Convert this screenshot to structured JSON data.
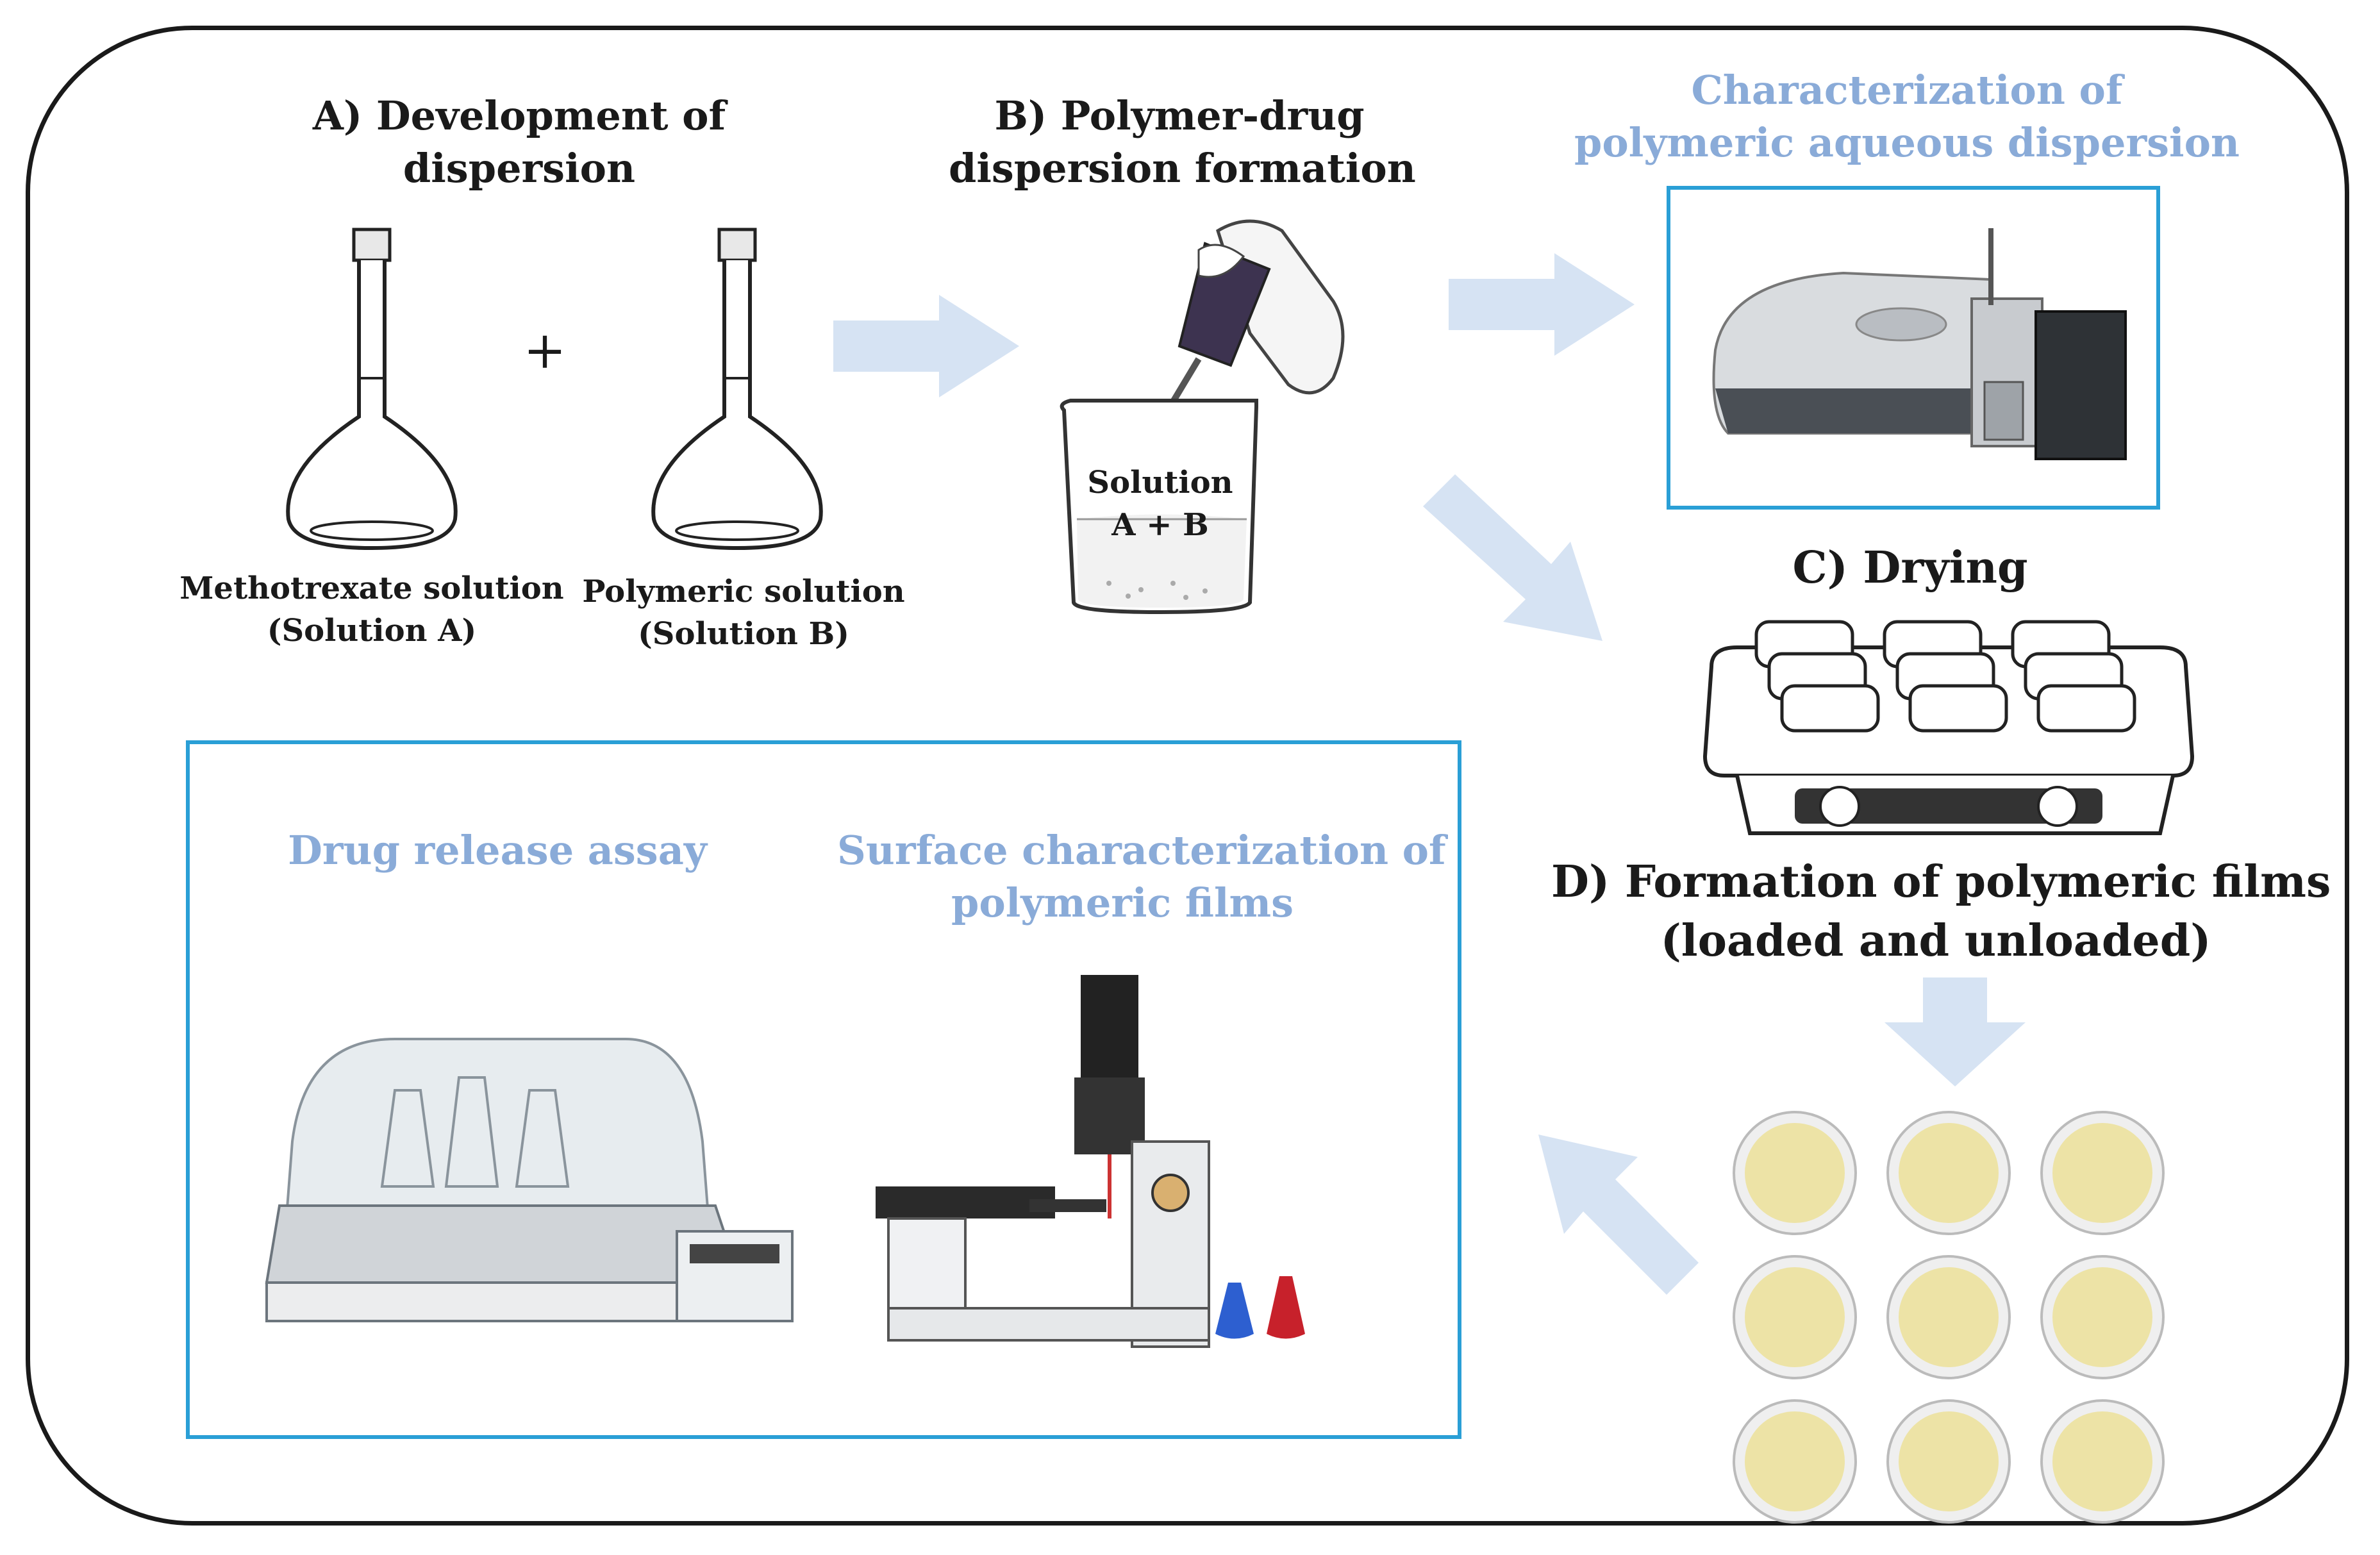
{
  "step_a": {
    "title_line1": "A) Development of",
    "title_line2": "dispersion"
  },
  "flask_a": {
    "label_line1": "Methotrexate solution",
    "label_line2": "(Solution A)"
  },
  "plus": "+",
  "flask_b": {
    "label_line1": "Polymeric solution",
    "label_line2": "(Solution B)"
  },
  "step_b": {
    "title_line1": "B) Polymer-drug",
    "title_line2": "dispersion formation"
  },
  "beaker": {
    "label_line1": "Solution",
    "label_line2": "A + B"
  },
  "characterization": {
    "title_line1": "Characterization of",
    "title_line2": "polymeric aqueous dispersion"
  },
  "step_c": {
    "title": "C) Drying"
  },
  "step_d": {
    "title_line1": "D) Formation of polymeric films",
    "title_line2": "(loaded and unloaded)"
  },
  "release": {
    "title": "Drug release assay"
  },
  "surface": {
    "title_line1": "Surface characterization of",
    "title_line2": "polymeric films"
  },
  "colors": {
    "arrow": "#d6e3f3",
    "box_border": "#2a9fd6",
    "blue_text": "#8aabd8",
    "film_fill": "#ede3a6"
  }
}
